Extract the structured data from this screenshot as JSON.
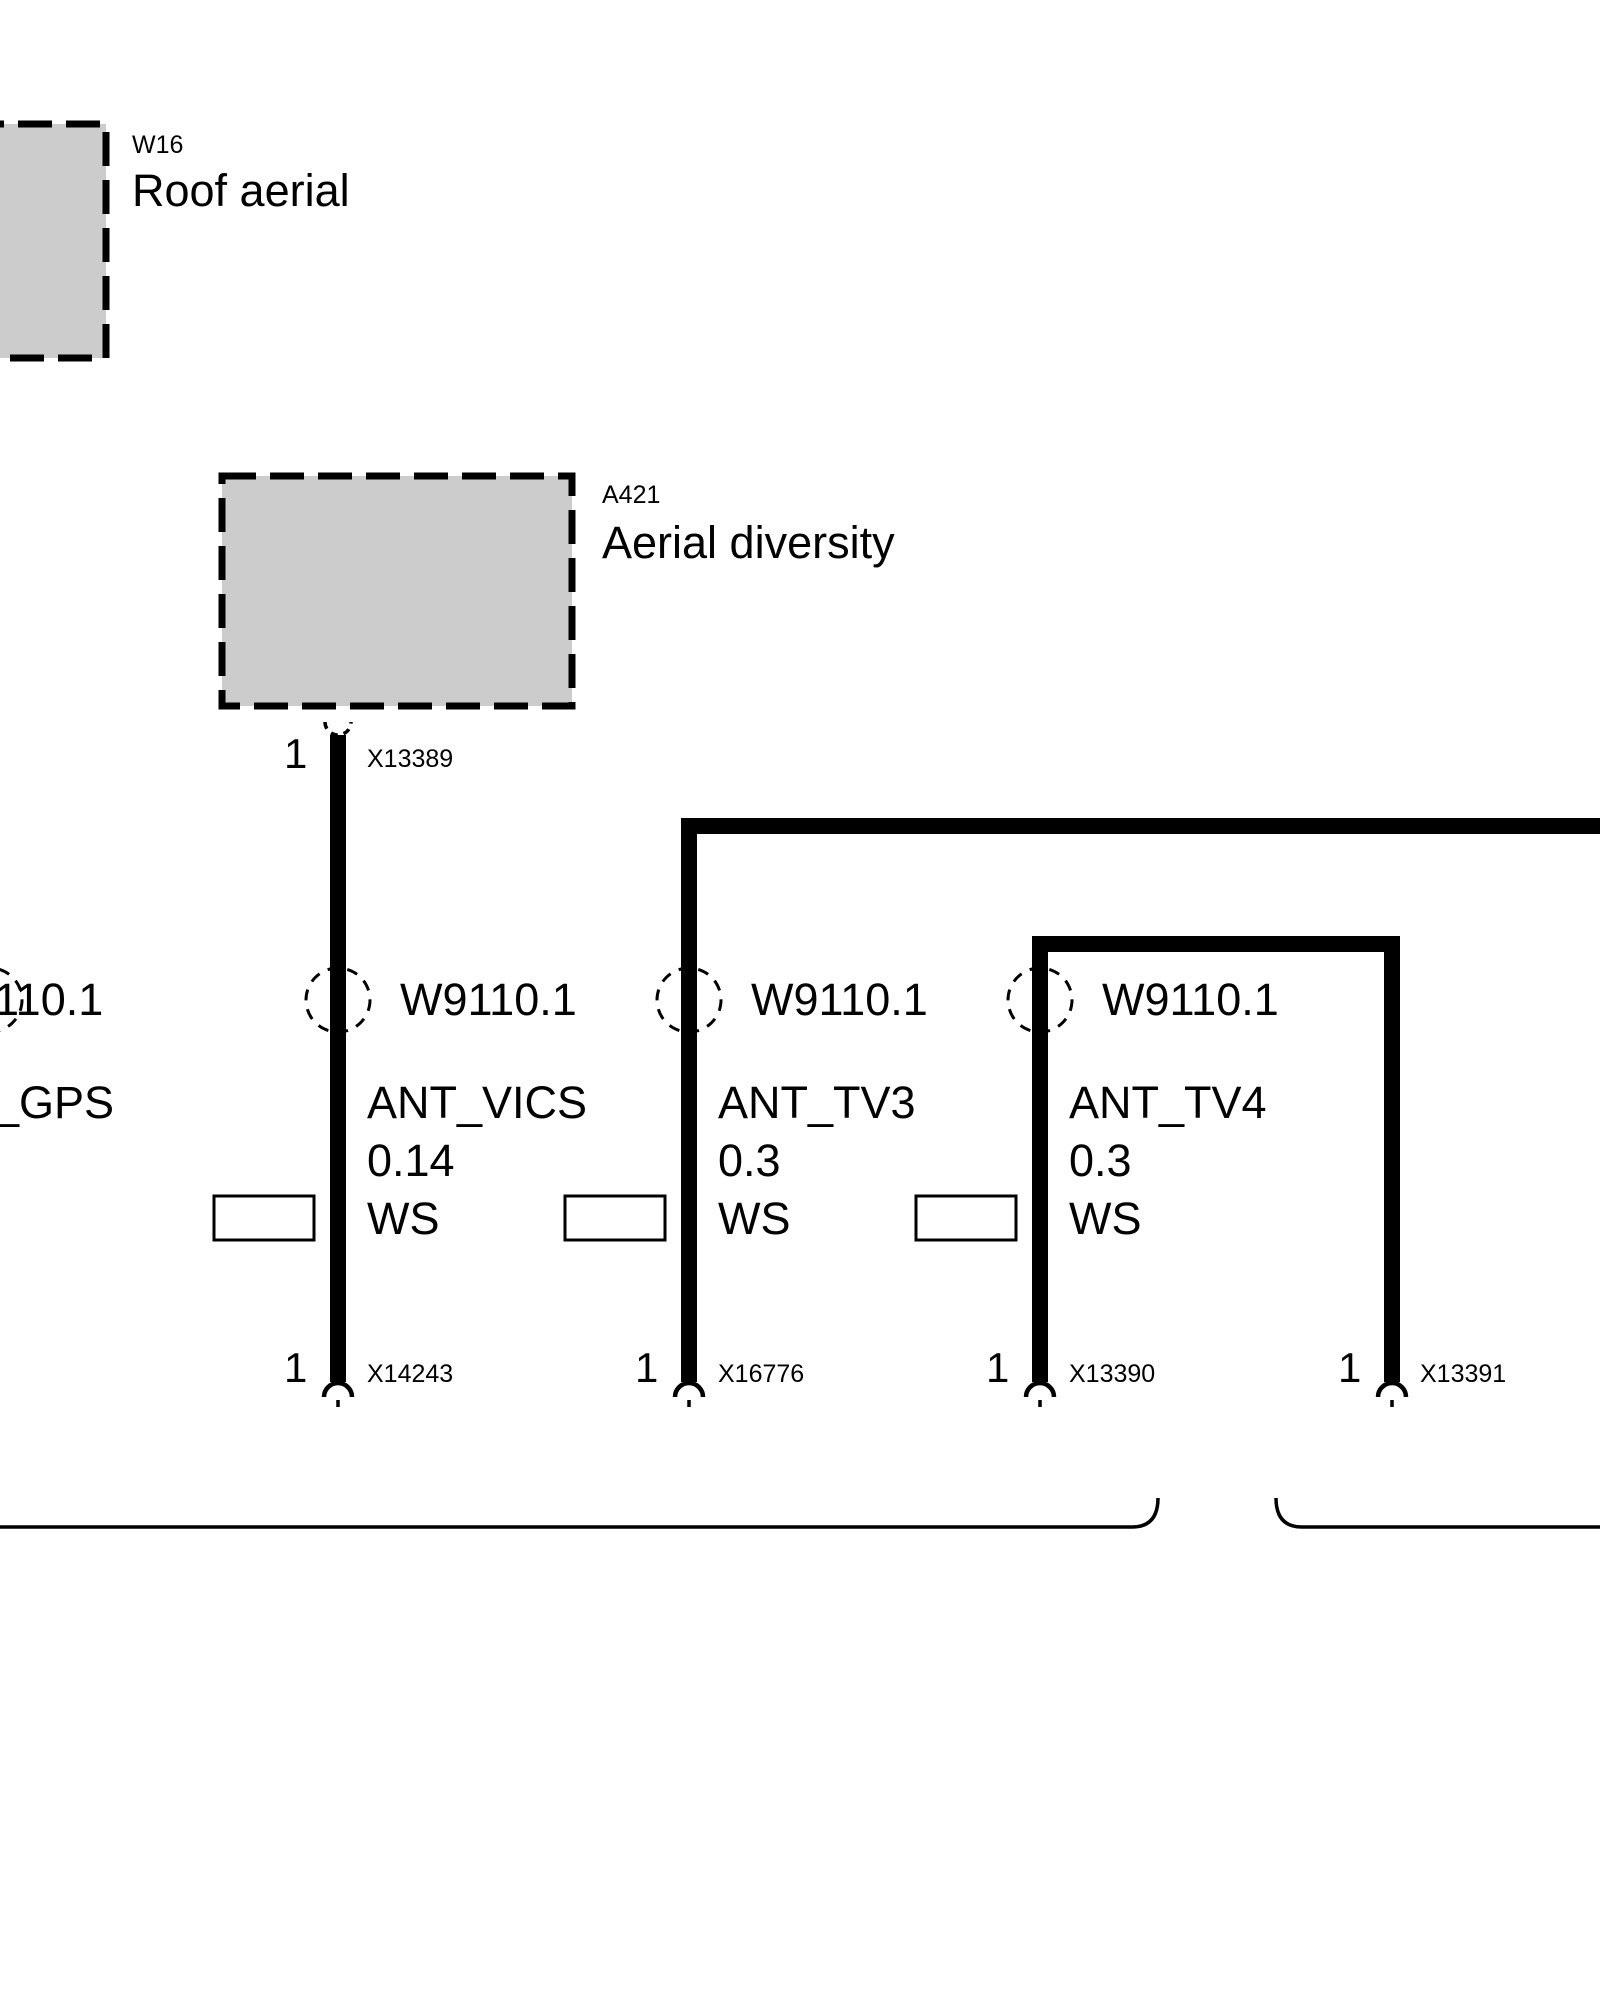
{
  "components": {
    "roof_aerial": {
      "code": "W16",
      "name": "Roof aerial"
    },
    "aerial_diversity": {
      "code": "A421",
      "name": "Aerial diversity"
    }
  },
  "top_connector": {
    "pin": "1",
    "id": "X13389"
  },
  "partial_left": {
    "shield": "110.1",
    "signal": "_GPS"
  },
  "wires": [
    {
      "shield": "W9110.1",
      "signal": "ANT_VICS",
      "cross_section": "0.14",
      "color": "WS",
      "pin": "1",
      "connector": "X14243"
    },
    {
      "shield": "W9110.1",
      "signal": "ANT_TV3",
      "cross_section": "0.3",
      "color": "WS",
      "pin": "1",
      "connector": "X16776"
    },
    {
      "shield": "W9110.1",
      "signal": "ANT_TV4",
      "cross_section": "0.3",
      "color": "WS",
      "pin": "1",
      "connector": "X13390"
    },
    {
      "pin": "1",
      "connector": "X13391"
    }
  ]
}
